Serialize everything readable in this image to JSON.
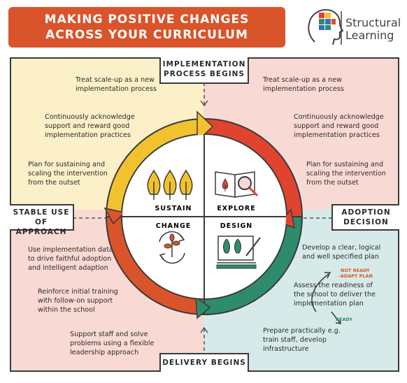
{
  "title": {
    "line1": "MAKING POSITIVE CHANGES",
    "line2": "ACROSS YOUR CURRICULUM"
  },
  "brand": {
    "line1": "Structural",
    "line2": "Learning",
    "icon": "brain-head-icon"
  },
  "stages": {
    "top": {
      "line1": "IMPLEMENTATION",
      "line2": "PROCESS BEGINS"
    },
    "right": {
      "line1": "ADOPTION",
      "line2": "DECISION"
    },
    "bottom": "DELIVERY BEGINS",
    "left": {
      "line1": "STABLE USE",
      "line2": "OF APPROACH"
    }
  },
  "segments": {
    "sustain": "SUSTAIN",
    "explore": "EXPLORE",
    "change": "CHANGE",
    "design": "DESIGN"
  },
  "colors": {
    "yellow": "#f2c12e",
    "red": "#e0442f",
    "green": "#2e8b6b",
    "orange": "#d9542b"
  },
  "top_left": [
    {
      "line1": "Treat scale-up as a new",
      "line2": "implementation process"
    },
    {
      "line1": "Continuously acknowledge",
      "line2": "support and reward good",
      "line3": "implementation practices"
    },
    {
      "line1": "Plan for sustaining and",
      "line2": "scaling the intervention",
      "line3": "from the outset"
    }
  ],
  "top_right": [
    {
      "line1": "Treat scale-up as a new",
      "line2": "implementation process"
    },
    {
      "line1": "Continuously acknowledge",
      "line2": "support and reward good",
      "line3": "implementation practices"
    },
    {
      "line1": "Plan for sustaining and",
      "line2": "scaling the intervention",
      "line3": "from the outset"
    }
  ],
  "bottom_left": [
    {
      "line1": "Use implementation data",
      "line2": "to drive faithful adoption",
      "line3": "and intelligent adaption"
    },
    {
      "line1": "Reinforce initial training",
      "line2": "with follow-on support",
      "line3": "within the school"
    },
    {
      "line1": "Support staff and solve",
      "line2": "problems using a flexible",
      "line3": "leadership approach"
    }
  ],
  "bottom_right": [
    {
      "line1": "Develop a clear, logical",
      "line2": "and well specified plan"
    },
    {
      "line1": "Assess the readiness of",
      "line2": "the school to deliver the",
      "line3": "implementation plan"
    },
    {
      "line1": "Prepare practically e.g.",
      "line2": "train staff, develop",
      "line3": "infrastructure"
    }
  ],
  "decisions": {
    "not_ready_1": "NOT READY",
    "not_ready_2": "-ADAPT PLAN",
    "ready": "READY"
  }
}
